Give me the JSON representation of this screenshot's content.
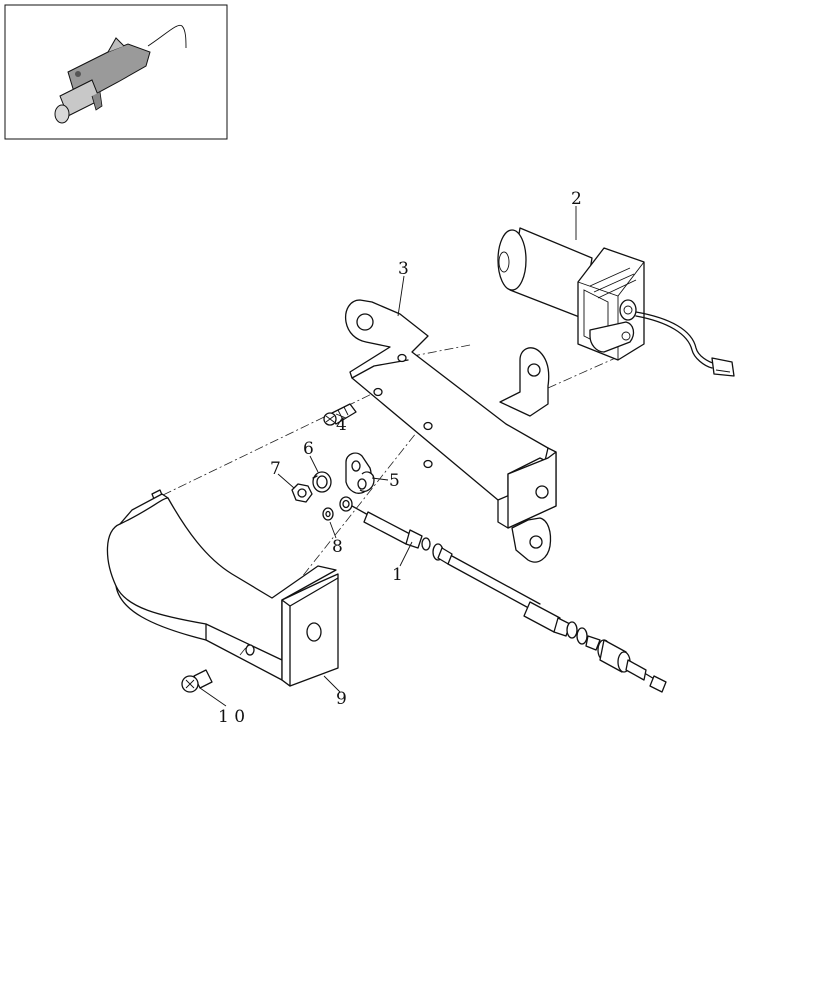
{
  "callouts": [
    {
      "id": "c1",
      "text": "1"
    },
    {
      "id": "c2",
      "text": "2"
    },
    {
      "id": "c3",
      "text": "3"
    },
    {
      "id": "c4",
      "text": "4"
    },
    {
      "id": "c5",
      "text": "5"
    },
    {
      "id": "c6",
      "text": "6"
    },
    {
      "id": "c7",
      "text": "7"
    },
    {
      "id": "c8",
      "text": "8"
    },
    {
      "id": "c9",
      "text": "9"
    },
    {
      "id": "c10",
      "text": "1 0"
    }
  ]
}
